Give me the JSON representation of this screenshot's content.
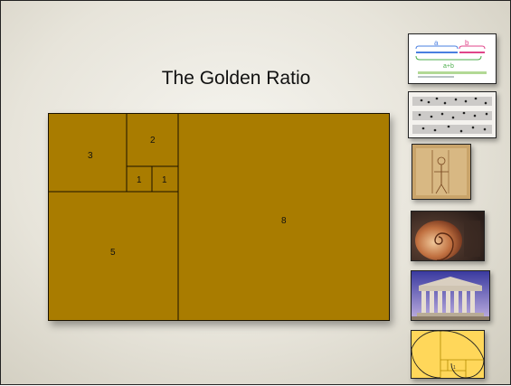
{
  "slide": {
    "title": "The Golden Ratio",
    "fill_color": "#a97c00",
    "line_color": "#1a1200"
  },
  "squares": [
    {
      "label": "3"
    },
    {
      "label": "2"
    },
    {
      "label": "1"
    },
    {
      "label": "1"
    },
    {
      "label": "5"
    },
    {
      "label": "8"
    }
  ],
  "thumbnails": {
    "ratio": {
      "a": "a",
      "b": "b",
      "sum": "a+b"
    },
    "items": [
      {
        "icon": "ratio-diagram"
      },
      {
        "icon": "sheet-music"
      },
      {
        "icon": "vitruvian-sketch"
      },
      {
        "icon": "nautilus-shell"
      },
      {
        "icon": "parthenon"
      },
      {
        "icon": "golden-spiral"
      }
    ]
  }
}
